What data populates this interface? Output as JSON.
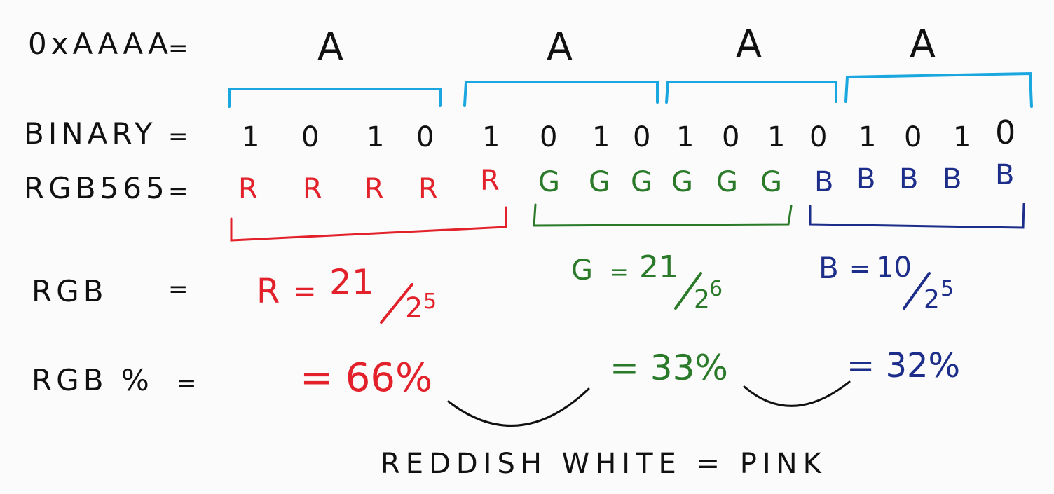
{
  "header": {
    "label": "0xAAAA",
    "eq": "="
  },
  "nibbles": [
    "A",
    "A",
    "A",
    "A"
  ],
  "binary": {
    "label": "BINARY",
    "eq": "=",
    "bits": [
      "1",
      "0",
      "1",
      "0",
      "1",
      "0",
      "1",
      "0",
      "1",
      "0",
      "1",
      "0",
      "1",
      "0",
      "1",
      "0"
    ]
  },
  "rgb565": {
    "label": "RGB565",
    "eq": "=",
    "channels": [
      "R",
      "R",
      "R",
      "R",
      "R",
      "G",
      "G",
      "G",
      "G",
      "G",
      "G",
      "B",
      "B",
      "B",
      "B",
      "B"
    ]
  },
  "rgb": {
    "label": "RGB",
    "eq": "=",
    "r": {
      "name": "R",
      "eq": "=",
      "num": "21",
      "den": "2",
      "exp": "5"
    },
    "g": {
      "name": "G",
      "eq": "=",
      "num": "21",
      "den": "2",
      "exp": "6"
    },
    "b": {
      "name": "B",
      "eq": "=",
      "num": "10",
      "den": "2",
      "exp": "5"
    }
  },
  "rgb_pct": {
    "label": "RGB %",
    "eq": "=",
    "r": "= 66%",
    "g": "= 33%",
    "b": "= 32%"
  },
  "conclusion": "REDDISH WHITE = PINK",
  "colors": {
    "red": "#e2212b",
    "green": "#2a7a2a",
    "blue": "#1d2d8a",
    "cyan": "#1aa7e0",
    "ink": "#111111"
  }
}
